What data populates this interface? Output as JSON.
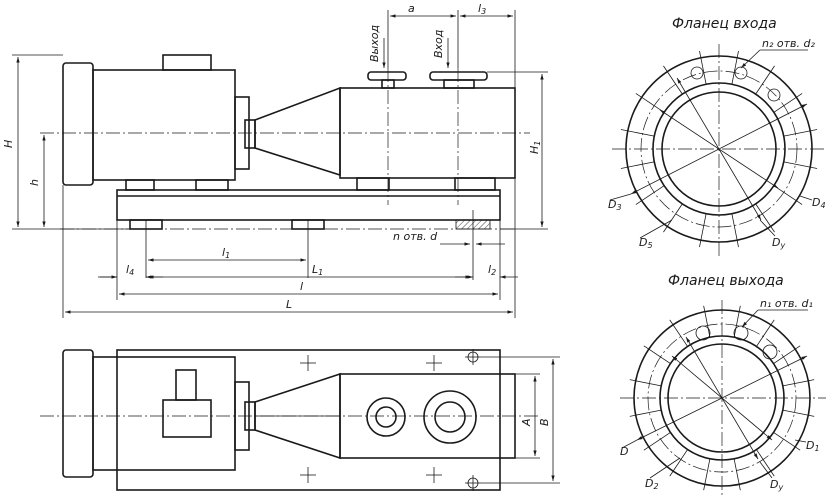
{
  "labels": {
    "a": "a",
    "l3": "l",
    "l3_sub": "3",
    "vyhod": "Выход",
    "vhod": "Вход",
    "H": "H",
    "h": "h",
    "H1": "H",
    "H1_sub": "1",
    "l1_top": "l",
    "l1_top_sub": "1",
    "n_otv_d": "n отв. d",
    "l4": "l",
    "l4_sub": "4",
    "L1": "L",
    "L1_sub": "1",
    "l2": "l",
    "l2_sub": "2",
    "l": "l",
    "L": "L",
    "A": "A",
    "B": "B"
  },
  "inlet_flange": {
    "title": "Фланец входа",
    "holes_label": "n₂ отв. d₂",
    "D3": "D",
    "D3_sub": "3",
    "D5": "D",
    "D5_sub": "5",
    "D4": "D",
    "D4_sub": "4",
    "Dy": "D",
    "Dy_sub": "у"
  },
  "outlet_flange": {
    "title": "Фланец выхода",
    "holes_label": "n₁ отв. d₁",
    "D": "D",
    "D2": "D",
    "D2_sub": "2",
    "D1": "D",
    "D1_sub": "1",
    "Dy": "D",
    "Dy_sub": "у"
  }
}
